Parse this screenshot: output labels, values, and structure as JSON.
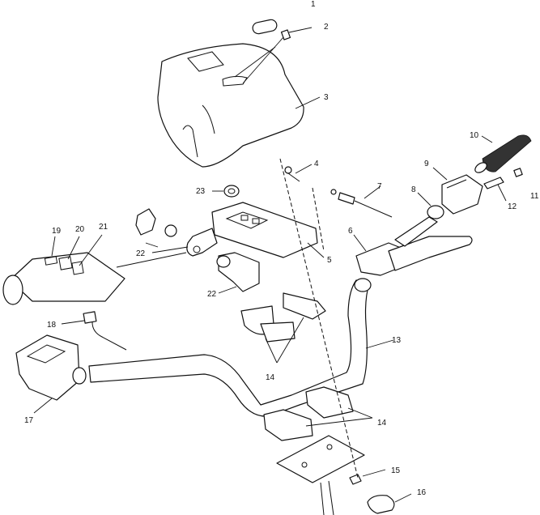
{
  "callouts": {
    "c1": "1",
    "c2": "2",
    "c3": "3",
    "c4": "4",
    "c5": "5",
    "c6": "6",
    "c7": "7",
    "c8": "8",
    "c9": "9",
    "c10": "10",
    "c11": "11",
    "c12": "12",
    "c13": "13",
    "c14a": "14",
    "c14b": "14",
    "c15": "15",
    "c16": "16",
    "c17": "17",
    "c18": "18",
    "c19": "19",
    "c20": "20",
    "c21": "21",
    "c22a": "22",
    "c22b": "22",
    "c23": "23"
  }
}
